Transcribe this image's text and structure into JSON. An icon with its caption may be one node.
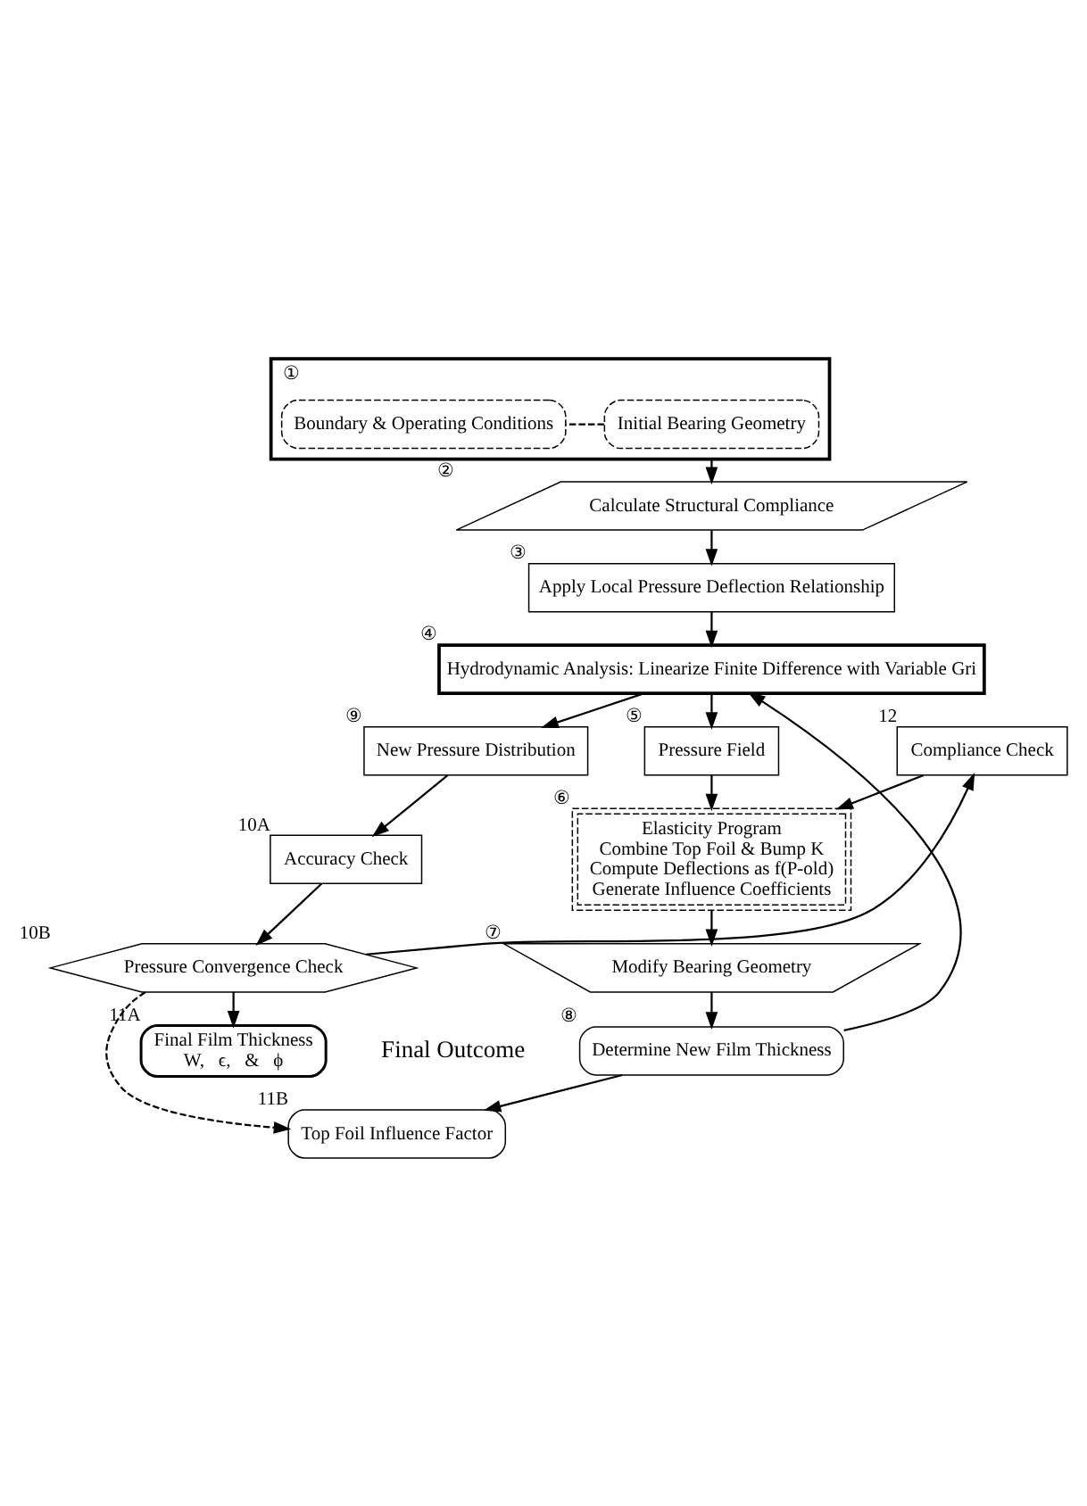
{
  "diagram": {
    "nodes": [
      {
        "text": [],
        "shape": "box",
        "beside": [
          "①"
        ]
      },
      {
        "text": [
          "Initial Bearing Geometry"
        ],
        "in": 0
      },
      {
        "text": [
          "Boundary & Operating Conditions"
        ],
        "in": 0
      },
      {
        "text": [
          "Calculate Structural Compliance"
        ],
        "beside": [
          "②"
        ]
      },
      {
        "text": [
          "Apply Local Pressure Deflection Relationship"
        ],
        "beside": [
          "③"
        ]
      },
      {
        "text": [
          "Hydrodynamic Analysis: Linearize Finite Difference with Variable Gri"
        ],
        "beside": [
          "④"
        ]
      },
      {
        "text": [
          "Pressure Field"
        ],
        "beside": [
          "⑤"
        ]
      },
      {
        "text": [
          "Elasticity Program",
          "Combine Top Foil & Bump K",
          "Compute Deflections as f(P-old)",
          "Generate Influence Coefficients"
        ],
        "beside": [
          "⑥"
        ]
      },
      {
        "text": [
          "Modify Bearing Geometry"
        ],
        "beside": [
          "⑦"
        ]
      },
      {
        "text": [
          "Determine New Film Thickness"
        ],
        "beside": [
          "⑧"
        ]
      },
      {
        "text": [
          "New Pressure Distribution"
        ],
        "beside": [
          "⑨"
        ]
      },
      {
        "text": [
          "Accuracy Check"
        ],
        "beside": [
          "10A"
        ]
      },
      {
        "text": [
          "Compliance Check"
        ],
        "beside": [
          "12"
        ]
      },
      {
        "text": [
          "Pressure Convergence Check"
        ],
        "beside": [
          "10B"
        ]
      },
      {
        "text": [
          "Top Foil Influence Factor"
        ],
        "beside": [
          "11B"
        ]
      },
      {
        "text": [
          "Final Film Thickness",
          "W,   ϵ,   &   ϕ"
        ],
        "beside": [
          "11A",
          "Final Outcome"
        ]
      }
    ],
    "edges": [
      {
        "from": 1,
        "to": 2,
        "arrow": "none",
        "style": "dashed"
      },
      {
        "from": 0,
        "to": 3,
        "arrow": "to"
      },
      {
        "from": 3,
        "to": 4,
        "arrow": "to"
      },
      {
        "from": 4,
        "to": 5,
        "arrow": "to"
      },
      {
        "from": 5,
        "to": 6,
        "arrow": "to"
      },
      {
        "from": 6,
        "to": 7,
        "arrow": "to"
      },
      {
        "from": 7,
        "to": 8,
        "arrow": "to"
      },
      {
        "from": 8,
        "to": 9,
        "arrow": "to"
      },
      {
        "from": 9,
        "to": 5,
        "arrow": "to"
      },
      {
        "from": 5,
        "to": 10,
        "arrow": "to"
      },
      {
        "from": 10,
        "to": 11,
        "arrow": "to"
      },
      {
        "from": 11,
        "to": 13,
        "arrow": "to"
      },
      {
        "from": 13,
        "to": 12,
        "arrow": "to"
      },
      {
        "from": 12,
        "to": 7,
        "arrow": "to"
      },
      {
        "from": 13,
        "to": 14,
        "arrow": "to",
        "style": "dashed"
      },
      {
        "from": 9,
        "to": 14,
        "arrow": "to"
      },
      {
        "from": 13,
        "to": 15,
        "arrow": "to"
      }
    ]
  }
}
